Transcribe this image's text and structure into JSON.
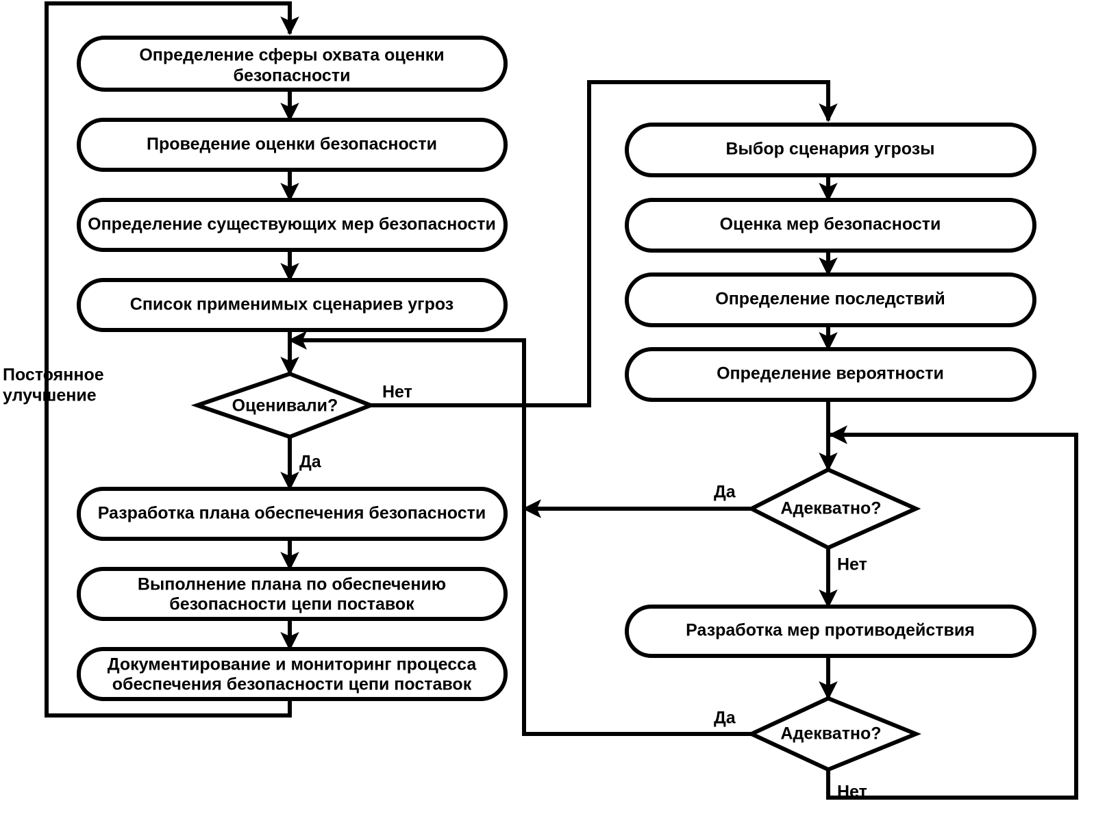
{
  "diagram": {
    "title_label": "Постоянное улучшение",
    "side_note": {
      "line1": "Постоянное",
      "line2": "улучшение"
    },
    "colors": {
      "stroke": "#000000",
      "fill": "#ffffff",
      "text": "#000000"
    },
    "left_column": {
      "nodes": [
        {
          "id": "scope",
          "type": "process",
          "label": "Определение сферы охвата оценки безопасности",
          "line1": "Определение сферы охвата оценки",
          "line2": "безопасности"
        },
        {
          "id": "conduct",
          "type": "process",
          "label": "Проведение оценки безопасности",
          "line1": "Проведение оценки безопасности",
          "line2": ""
        },
        {
          "id": "existing",
          "type": "process",
          "label": "Определение существующих мер безопасности",
          "line1": "Определение существующих мер безопасности",
          "line2": ""
        },
        {
          "id": "threat-list",
          "type": "process",
          "label": "Список применимых сценариев угроз",
          "line1": "Список применимых сценариев угроз",
          "line2": ""
        },
        {
          "id": "assessed",
          "type": "decision",
          "label": "Оценивали?",
          "line1": "Оценивали?",
          "line2": ""
        },
        {
          "id": "plan-dev",
          "type": "process",
          "label": "Разработка плана обеспечения безопасности",
          "line1": "Разработка плана обеспечения безопасности",
          "line2": ""
        },
        {
          "id": "plan-exec",
          "type": "process",
          "label": "Выполнение плана по обеспечению безопасности цепи поставок",
          "line1": "Выполнение плана по обеспечению",
          "line2": "безопасности цепи поставок"
        },
        {
          "id": "doc-monitor",
          "type": "process",
          "label": "Документирование и мониторинг процесса обеспечения безопасности цепи поставок",
          "line1": "Документирование и мониторинг процесса",
          "line2": "обеспечения безопасности цепи поставок"
        }
      ]
    },
    "right_column": {
      "nodes": [
        {
          "id": "scenario",
          "type": "process",
          "label": "Выбор сценария угрозы",
          "line1": "Выбор сценария угрозы",
          "line2": ""
        },
        {
          "id": "eval-measures",
          "type": "process",
          "label": "Оценка мер безопасности",
          "line1": "Оценка мер безопасности",
          "line2": ""
        },
        {
          "id": "consequences",
          "type": "process",
          "label": "Определение последствий",
          "line1": "Определение последствий",
          "line2": ""
        },
        {
          "id": "probability",
          "type": "process",
          "label": "Определение вероятности",
          "line1": "Определение вероятности",
          "line2": ""
        },
        {
          "id": "adequate-1",
          "type": "decision",
          "label": "Адекватно?",
          "line1": "Адекватно?",
          "line2": ""
        },
        {
          "id": "countermeasures",
          "type": "process",
          "label": "Разработка мер противодействия",
          "line1": "Разработка мер противодействия",
          "line2": ""
        },
        {
          "id": "adequate-2",
          "type": "decision",
          "label": "Адекватно?",
          "line1": "Адекватно?",
          "line2": ""
        }
      ]
    },
    "edge_labels": {
      "assessed_no": "Нет",
      "assessed_yes": "Да",
      "adequate1_yes": "Да",
      "adequate1_no": "Нет",
      "adequate2_yes": "Да",
      "adequate2_no": "Нет"
    }
  }
}
